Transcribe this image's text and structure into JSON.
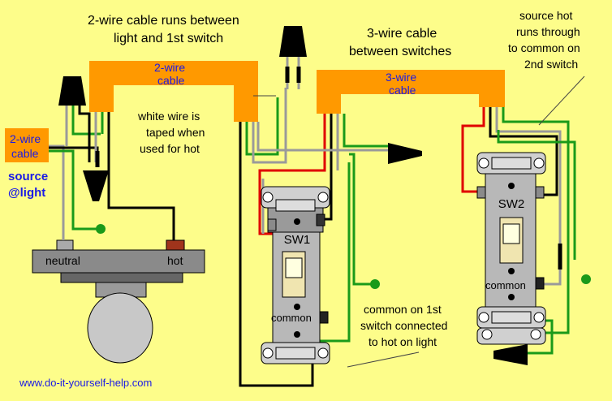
{
  "annotations": {
    "cable_2wire_top": "2-wire cable runs between",
    "cable_2wire_top2": "light and 1st switch",
    "cable_3wire_top": "3-wire cable",
    "cable_3wire_top2": "between switches",
    "source_hot_1": "source hot",
    "source_hot_2": "runs through",
    "source_hot_3": "to common on",
    "source_hot_4": "2nd switch",
    "white_taped_1": "white wire is",
    "white_taped_2": "taped when",
    "white_taped_3": "used for hot",
    "common_1": "common on 1st",
    "common_2": "switch connected",
    "common_3": "to hot on light"
  },
  "cables": {
    "left_2wire_1": "2-wire",
    "left_2wire_2": "cable",
    "mid_2wire_1": "2-wire",
    "mid_2wire_2": "cable",
    "right_3wire_1": "3-wire",
    "right_3wire_2": "cable"
  },
  "source": {
    "line1": "source",
    "line2": "@light"
  },
  "fixture": {
    "neutral": "neutral",
    "hot": "hot"
  },
  "switch1": {
    "label": "SW1",
    "common": "common"
  },
  "switch2": {
    "label": "SW2",
    "common": "common"
  },
  "footer": {
    "url": "www.do-it-yourself-help.com"
  },
  "colors": {
    "background": "#fdfd8a",
    "cable": "#ff9900",
    "label_blue": "#1a1ae6",
    "wire_green": "#1a9a1a",
    "wire_red": "#e00000",
    "wire_gray": "#9a9a9a"
  }
}
